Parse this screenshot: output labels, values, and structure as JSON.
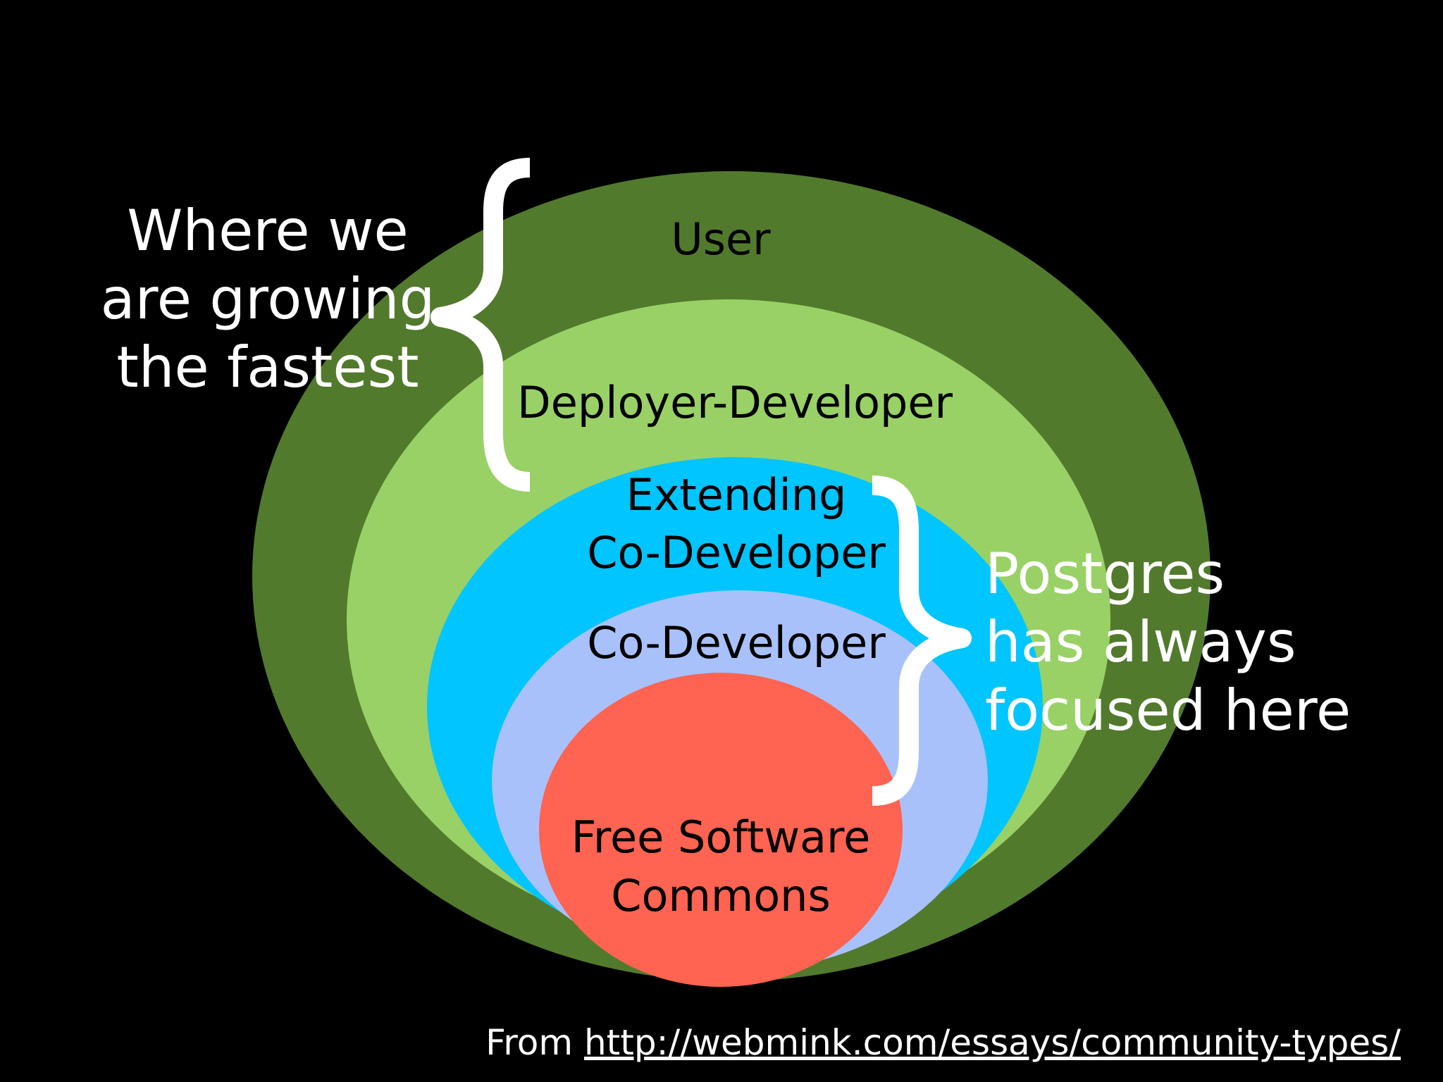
{
  "colors": {
    "background": "#000000",
    "user": "#527a2d",
    "deployer_developer": "#99d166",
    "extending_co_developer": "#00c5ff",
    "co_developer": "#a9c1fb",
    "free_software_commons": "#ff6351",
    "callout_text": "#ffffff"
  },
  "rings": {
    "user": {
      "label": "User"
    },
    "deployer_developer": {
      "label": "Deployer-Developer"
    },
    "extending_co_developer": {
      "lines": [
        "Extending",
        "Co-Developer"
      ]
    },
    "co_developer": {
      "label": "Co-Developer"
    },
    "free_software_commons": {
      "lines": [
        "Free Software",
        "Commons"
      ]
    }
  },
  "callouts": {
    "growing": {
      "lines": [
        "Where we",
        "are growing",
        "the fastest"
      ],
      "brace_icon": "left-curly-brace-icon"
    },
    "postgres": {
      "lines": [
        "Postgres",
        "has always",
        "focused here"
      ],
      "brace_icon": "right-curly-brace-icon"
    }
  },
  "source": {
    "prefix": "From",
    "link_text": "http://webmink.com/essays/community-types/"
  }
}
